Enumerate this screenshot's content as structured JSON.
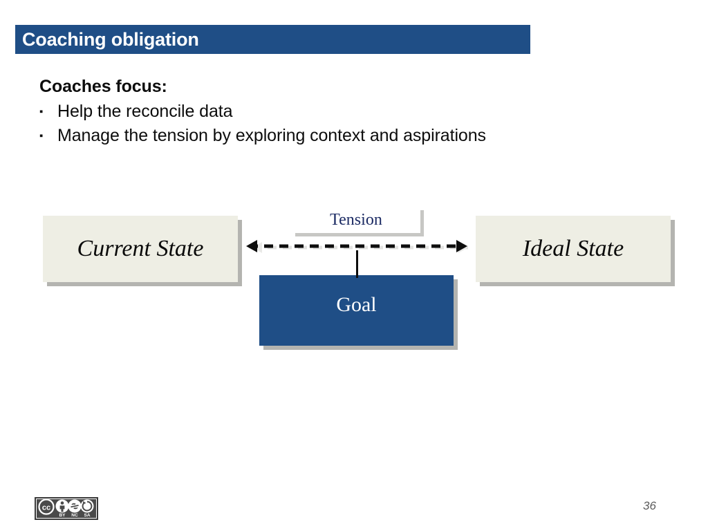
{
  "slide": {
    "title": "Coaching obligation",
    "page_number": "36",
    "accent_color": "#1f4e86",
    "box_fill_color": "#eeeee4",
    "tension_text_color": "#1b2a63"
  },
  "content": {
    "lead": "Coaches focus:",
    "bullet_marker": "▪",
    "bullets": [
      "Help the reconcile data",
      "Manage the tension by exploring context and aspirations"
    ]
  },
  "diagram": {
    "current_state": "Current State",
    "ideal_state": "Ideal State",
    "tension": "Tension",
    "goal": "Goal"
  },
  "footer": {
    "license": "CC BY NC SA",
    "license_parts": [
      "BY",
      "NC",
      "SA"
    ]
  }
}
